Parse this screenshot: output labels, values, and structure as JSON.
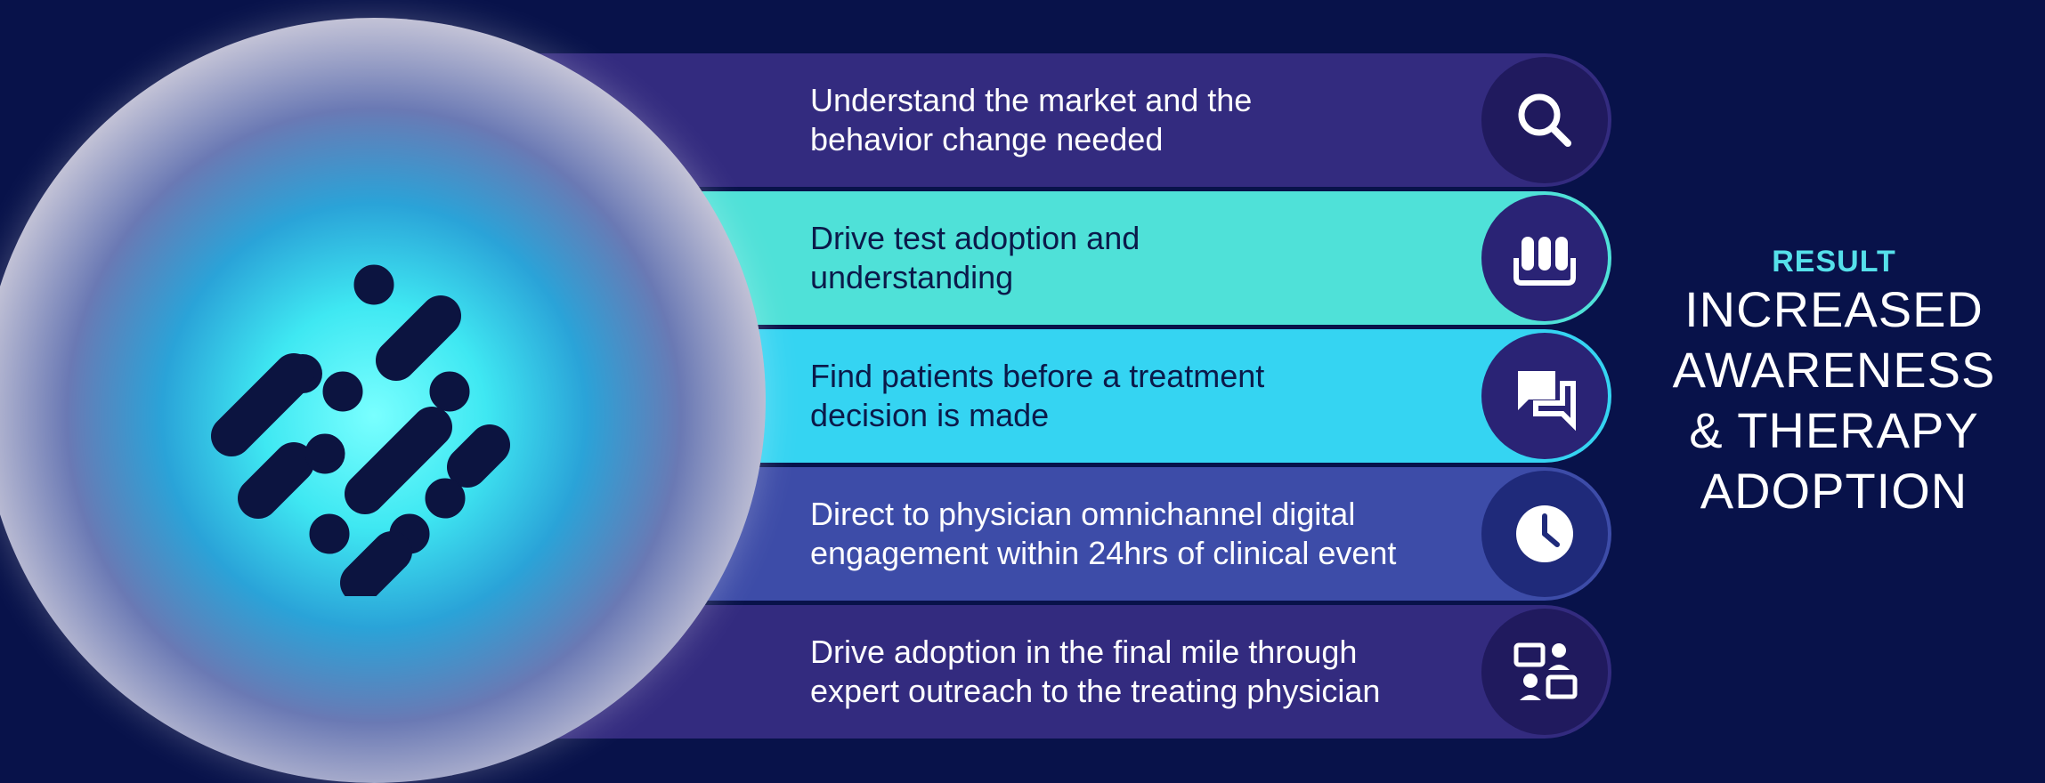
{
  "steps": [
    {
      "text": "Understand the market and the\nbehavior change needed",
      "icon": "search-icon",
      "bg": "#332b7f",
      "text_color": "#ffffff",
      "disc": "#201a5e",
      "glyph": "#ffffff"
    },
    {
      "text": "Drive test adoption and\nunderstanding",
      "icon": "test-tubes-icon",
      "bg": "#4fe1d8",
      "text_color": "#0b1a4a",
      "disc": "#2a2375",
      "glyph": "#ffffff"
    },
    {
      "text": "Find patients before a treatment\ndecision is made",
      "icon": "chat-bubbles-icon",
      "bg": "#35d4f2",
      "text_color": "#0b1a4a",
      "disc": "#2a2375",
      "glyph": "#ffffff"
    },
    {
      "text": "Direct to physician omnichannel  digital\nengagement within 24hrs of clinical event",
      "icon": "clock-icon",
      "bg": "#3d4ca8",
      "text_color": "#ffffff",
      "disc": "#1f2a7a",
      "glyph": "#ffffff"
    },
    {
      "text": "Drive adoption in the final mile through\nexpert outreach to the treating physician",
      "icon": "people-conversation-icon",
      "bg": "#332b7f",
      "text_color": "#ffffff",
      "disc": "#201a5e",
      "glyph": "#ffffff"
    }
  ],
  "result": {
    "label": "RESULT",
    "lines": [
      "INCREASED",
      "AWARENESS",
      "& THERAPY",
      "ADOPTION"
    ]
  },
  "colors": {
    "background": "#08124a",
    "accent": "#55e0ea"
  }
}
